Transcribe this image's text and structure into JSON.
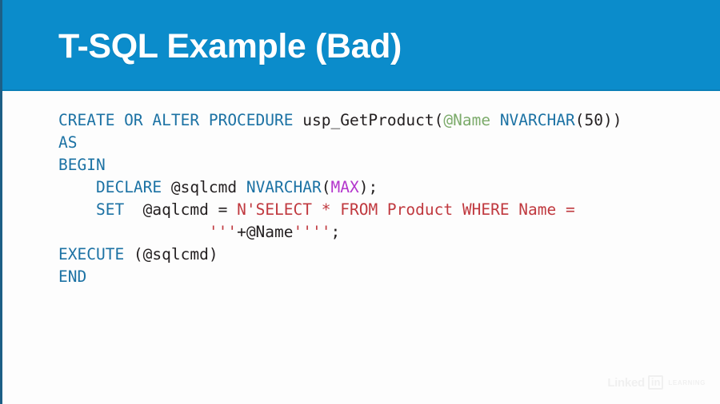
{
  "slide": {
    "title": "T-SQL Example (Bad)",
    "banner_color": "#0b8ccb",
    "background_color": "#fdfdfd",
    "title_color": "#ffffff"
  },
  "palette": {
    "keyword": "#1c72a4",
    "identifier": "#231f20",
    "parameter_green": "#7cab6b",
    "literal_magenta": "#b335cc",
    "string_red": "#c0393f"
  },
  "code": {
    "language": "T-SQL",
    "lines": [
      {
        "id": "line-1",
        "tokens": [
          {
            "text": "CREATE OR ALTER PROCEDURE ",
            "type": "keyword"
          },
          {
            "text": "usp_GetProduct(",
            "type": "identifier"
          },
          {
            "text": "@Name",
            "type": "parameter_green"
          },
          {
            "text": " ",
            "type": "identifier"
          },
          {
            "text": "NVARCHAR",
            "type": "keyword"
          },
          {
            "text": "(50))",
            "type": "identifier"
          }
        ]
      },
      {
        "id": "line-2",
        "tokens": [
          {
            "text": "AS",
            "type": "keyword"
          }
        ]
      },
      {
        "id": "line-3",
        "tokens": [
          {
            "text": "BEGIN",
            "type": "keyword"
          }
        ]
      },
      {
        "id": "line-4",
        "tokens": [
          {
            "text": "    ",
            "type": "identifier"
          },
          {
            "text": "DECLARE",
            "type": "keyword"
          },
          {
            "text": " @sqlcmd ",
            "type": "identifier"
          },
          {
            "text": "NVARCHAR",
            "type": "keyword"
          },
          {
            "text": "(",
            "type": "identifier"
          },
          {
            "text": "MAX",
            "type": "literal_magenta"
          },
          {
            "text": ");",
            "type": "identifier"
          }
        ]
      },
      {
        "id": "line-5",
        "tokens": [
          {
            "text": "    ",
            "type": "identifier"
          },
          {
            "text": "SET",
            "type": "keyword"
          },
          {
            "text": "  @aqlcmd = ",
            "type": "identifier"
          },
          {
            "text": "N'SELECT * FROM Product WHERE Name = ",
            "type": "string_red"
          }
        ]
      },
      {
        "id": "line-6",
        "tokens": [
          {
            "text": "                ",
            "type": "identifier"
          },
          {
            "text": "'''",
            "type": "string_red"
          },
          {
            "text": "+@Name",
            "type": "identifier"
          },
          {
            "text": "''''",
            "type": "string_red"
          },
          {
            "text": ";",
            "type": "identifier"
          }
        ]
      },
      {
        "id": "line-7",
        "tokens": [
          {
            "text": "EXECUTE",
            "type": "keyword"
          },
          {
            "text": " (@sqlcmd)",
            "type": "identifier"
          }
        ]
      },
      {
        "id": "line-8",
        "tokens": [
          {
            "text": "END",
            "type": "keyword"
          }
        ]
      }
    ]
  },
  "watermark": {
    "brand": "Linked",
    "badge": "in",
    "product": "LEARNING"
  }
}
